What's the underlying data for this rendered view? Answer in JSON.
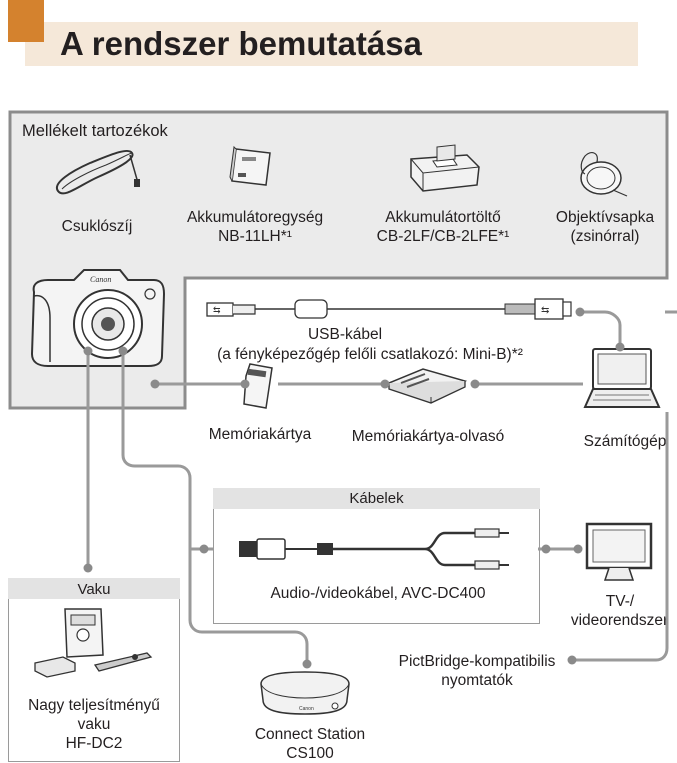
{
  "header": {
    "title": "A rendszer bemutatása"
  },
  "included": {
    "heading": "Mellékelt tartozékok",
    "items": [
      {
        "label": "Csuklószíj"
      },
      {
        "label": "Akkumulátoregység",
        "sub": "NB-11LH*¹"
      },
      {
        "label": "Akkumulátortöltő",
        "sub": "CB-2LF/CB-2LFE*¹"
      },
      {
        "label": "Objektívsapka",
        "sub": "(zsinórral)"
      }
    ]
  },
  "usb": {
    "label": "USB-kábel",
    "sub": "(a fényképezőgép felőli csatlakozó: Mini-B)*²"
  },
  "memory": {
    "card": "Memóriakártya",
    "reader": "Memóriakártya-olvasó",
    "computer": "Számítógép"
  },
  "cables": {
    "heading": "Kábelek",
    "av": "Audio-/videokábel, AVC-DC400"
  },
  "tv": {
    "line1": "TV-/",
    "line2": "videorendszer"
  },
  "printer": {
    "line1": "PictBridge-kompatibilis",
    "line2": "nyomtatók"
  },
  "flash": {
    "heading": "Vaku",
    "line1": "Nagy teljesítményű",
    "line2": "vaku",
    "line3": "HF-DC2"
  },
  "station": {
    "line1": "Connect Station",
    "line2": "CS100"
  },
  "icons": [
    "camera-icon",
    "strap-icon",
    "battery-icon",
    "charger-icon",
    "lens-cap-icon",
    "usb-cable-icon",
    "memory-card-icon",
    "card-reader-icon",
    "laptop-icon",
    "av-cable-icon",
    "tv-icon",
    "flash-icon",
    "connect-station-icon"
  ],
  "colors": {
    "accent": "#d4822e",
    "header_bg": "#f5e8d9",
    "panel_bg": "#ebebeb",
    "border": "#8c8c8c"
  }
}
